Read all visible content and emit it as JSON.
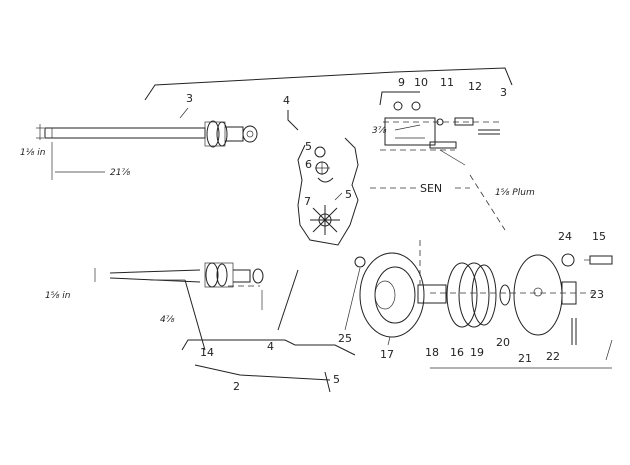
{
  "drawing": {
    "center_label": "SEN",
    "dimensions": {
      "shaft_diameter": "1⅛ in",
      "shaft_length": "21⅞",
      "lower_diameter": "1⅝ in",
      "lower_length": "4⅞",
      "mid_offset": "3⅞",
      "right_offset": "1⅝ Plum"
    },
    "labels": {
      "l3a": "3",
      "l3b": "3",
      "l4a": "4",
      "l4b": "4",
      "l4c": "4",
      "l5a": "5",
      "l5b": "5",
      "l5c": "5",
      "l6": "6",
      "l7": "7",
      "l9": "9",
      "l10": "10",
      "l11": "11",
      "l12": "12",
      "l14": "14",
      "l15": "15",
      "l16": "16",
      "l17": "17",
      "l18": "18",
      "l19": "19",
      "l20": "20",
      "l21": "21",
      "l22": "22",
      "l23": "23",
      "l24": "24",
      "l25": "25",
      "l2": "2"
    }
  }
}
